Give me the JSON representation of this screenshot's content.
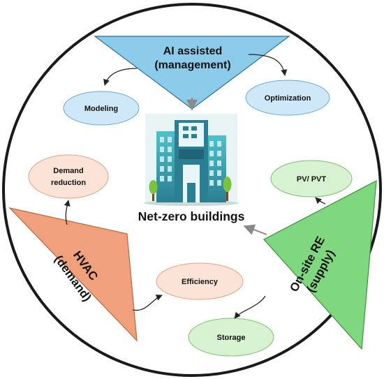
{
  "top_triangle": {
    "line1": "AI assisted",
    "line2": "(management)"
  },
  "left_triangle": {
    "line1": "HVAC",
    "line2": "(demand)"
  },
  "right_triangle": {
    "line1": "On-site RE",
    "line2": "(supply)"
  },
  "center_label": "Net-zero buildings",
  "ellipses": {
    "modeling": "Modeling",
    "optimization": "Optimization",
    "demand_line1": "Demand",
    "demand_line2": "reduction",
    "efficiency": "Efficiency",
    "pv": "PV/ PVT",
    "storage": "Storage"
  },
  "colors": {
    "ai_blue": "#8ccbea",
    "ellipse_blue": "#cfe8f7",
    "hvac_orange": "#f0a07c",
    "ellipse_orange": "#fbe3d7",
    "re_green": "#7fd87f",
    "ellipse_green": "#d7f2d1",
    "outline": "#1a1a1a"
  },
  "icons": {
    "building": "office-building-icon"
  }
}
